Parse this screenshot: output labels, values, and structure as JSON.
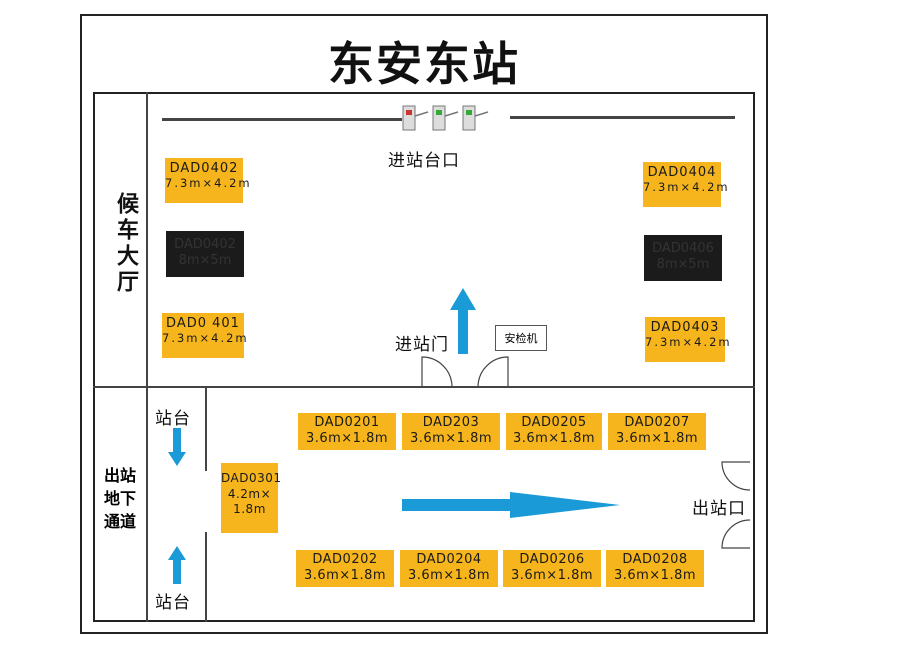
{
  "title": "东安东站",
  "areas": {
    "waiting_hall": "候车大厅",
    "exit_tunnel": [
      "出站",
      "地下",
      "通道"
    ]
  },
  "labels": {
    "entrance_counter": "进站台口",
    "entrance_gate": "进站门",
    "security": "安检机",
    "platform_top": "站台",
    "platform_bottom": "站台",
    "exit": "出站口"
  },
  "boards_hall": [
    {
      "code": "DAD0402",
      "size": "7.3m×4.2m"
    },
    {
      "code": "DAD0404",
      "size": "7.3m×4.2m"
    },
    {
      "code": "DAD0 401",
      "size": "7.3m×4.2m"
    },
    {
      "code": "DAD0403",
      "size": "7.3m×4.2m"
    }
  ],
  "boards_dark": [
    {
      "code": "DAD0402",
      "size": "8m×5m"
    },
    {
      "code": "DAD0406",
      "size": "8m×5m"
    }
  ],
  "boards_tunnel_top": [
    {
      "code": "DAD0201",
      "size": "3.6m×1.8m"
    },
    {
      "code": "DAD203",
      "size": "3.6m×1.8m"
    },
    {
      "code": "DAD0205",
      "size": "3.6m×1.8m"
    },
    {
      "code": "DAD0207",
      "size": "3.6m×1.8m"
    }
  ],
  "boards_tunnel_bottom": [
    {
      "code": "DAD0202",
      "size": "3.6m×1.8m"
    },
    {
      "code": "DAD0204",
      "size": "3.6m×1.8m"
    },
    {
      "code": "DAD0206",
      "size": "3.6m×1.8m"
    },
    {
      "code": "DAD0208",
      "size": "3.6m×1.8m"
    }
  ],
  "board_side": {
    "code": "DAD0301",
    "size": [
      "4.2m×",
      "1.8m"
    ]
  },
  "colors": {
    "board": "#f6b51d",
    "arrow": "#1a9ad6",
    "dark_board": "#1b1b1b"
  }
}
